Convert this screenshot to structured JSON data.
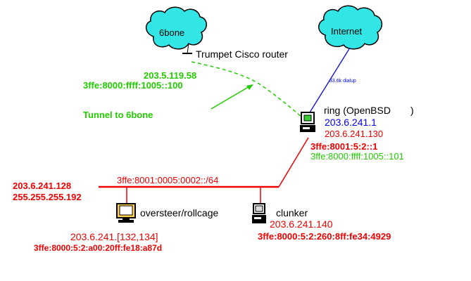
{
  "colors": {
    "cloud": "#33e6e6",
    "ethernet": "#ee0000",
    "uplink": "#2222cc",
    "tunnel": "#22cc00",
    "address_red": "#ee0000",
    "address_green": "#22cc00",
    "address_blue": "#0000ee"
  },
  "clouds": [
    {
      "id": "6bone",
      "label": "6bone"
    },
    {
      "id": "internet",
      "label": "Internet"
    }
  ],
  "router": {
    "name": "Trumpet Cisco router",
    "ipv4": "203.5.119.58",
    "ipv6": "3ffe:8000:ffff:1005::100"
  },
  "tunnel_label": "Tunnel to 6bone",
  "uplink_label": "33.6k dialup",
  "ring": {
    "name": "ring (OpenBSD",
    "name_close": ")",
    "ext_ip": "203.6.241.1",
    "int_ip": "203.6.241.130",
    "int_ipv6": "3ffe:8001:5:2::1",
    "tunnel_ipv6": "3ffe:8000:ffff:1005::101"
  },
  "lan": {
    "prefix": "3ffe:8001:0005:0002::/64",
    "network": "203.6.241.128",
    "netmask": "255.255.255.192"
  },
  "oversteer": {
    "name": "oversteer/rollcage",
    "ip": "203.6.241.[132,134]",
    "ipv6": "3ffe:8000:5:2:a00:20ff:fe18:a87d"
  },
  "clunker": {
    "name": "clunker",
    "ip": "203.6.241.140",
    "ipv6": "3ffe:8000:5:2:260:8ff:fe34:4929"
  },
  "icons": {
    "cloud": "cloud-icon",
    "router": "router-icon",
    "workstation": "workstation-icon",
    "monitor": "monitor-icon"
  }
}
